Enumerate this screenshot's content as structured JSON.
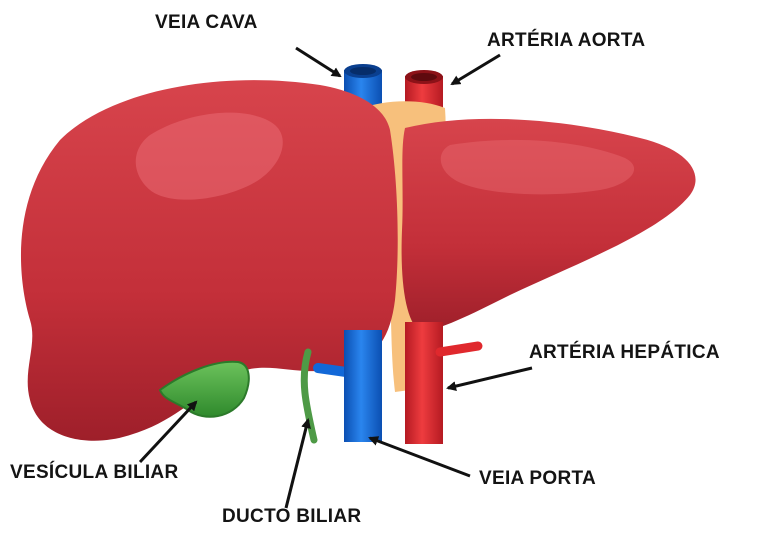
{
  "labels": {
    "veia_cava": "VEIA CAVA",
    "arteria_aorta": "ARTÉRIA AORTA",
    "arteria_hepatica": "ARTÉRIA HEPÁTICA",
    "vesicula_biliar": "VESÍCULA BILIAR",
    "veia_porta": "VEIA PORTA",
    "ducto_biliar": "DUCTO BILIAR"
  },
  "colors": {
    "liver": "#c8323c",
    "liver_dark": "#9e1f2a",
    "ligament": "#f7c07c",
    "vein_blue": "#1268d8",
    "artery_red": "#e0282d",
    "gallbladder": "#46a83c",
    "bile_duct": "#4e9a46",
    "arrow": "#111111"
  }
}
